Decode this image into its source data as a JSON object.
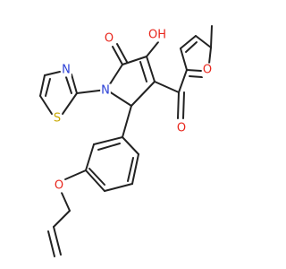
{
  "colors": {
    "background": "#ffffff",
    "bond": "#222222",
    "oxygen": "#e8261c",
    "nitrogen": "#2a3fd6",
    "sulfur": "#c9a800"
  },
  "atoms": {
    "oh_label": "OH",
    "ketone_o_label": "O",
    "carbonyl_o_label": "O",
    "furan_o_label": "O",
    "lactam_n_label": "N",
    "thiazole_n_label": "N",
    "thiazole_s_label": "S",
    "ether_o_label": "O"
  }
}
